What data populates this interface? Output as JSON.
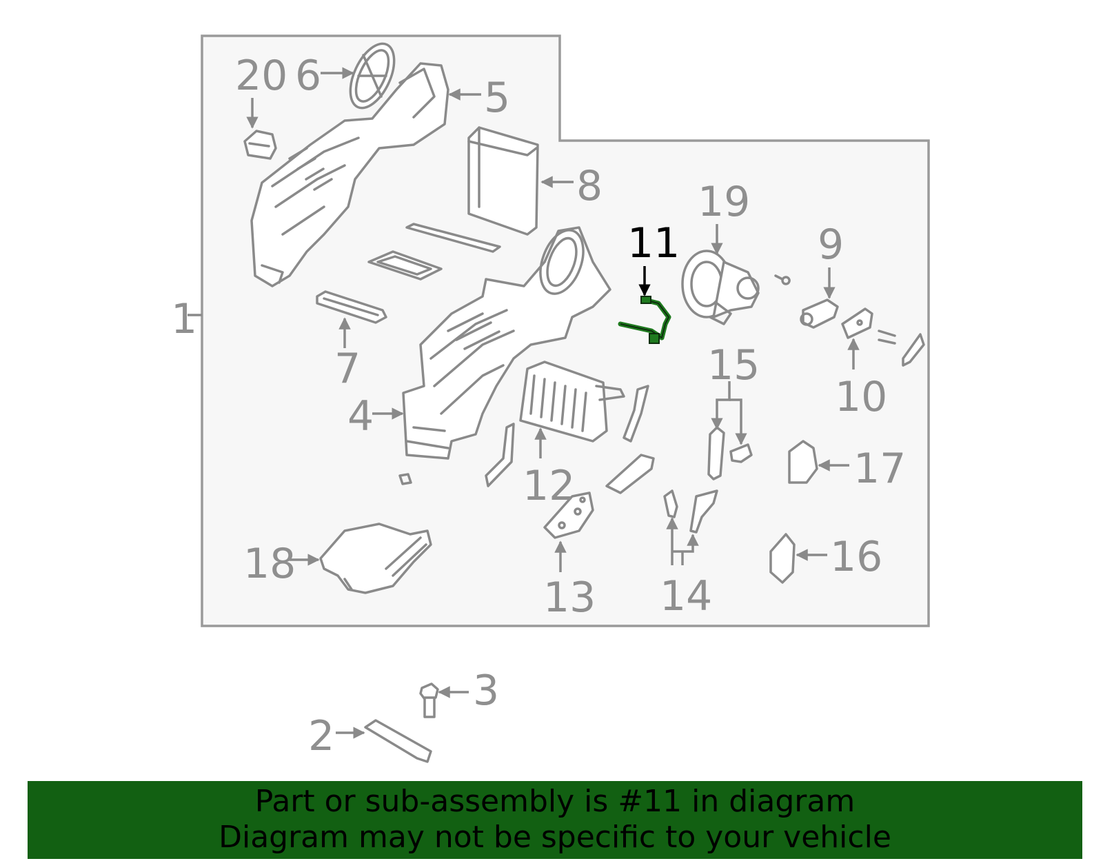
{
  "callouts": {
    "c1": "1",
    "c2": "2",
    "c3": "3",
    "c4": "4",
    "c5": "5",
    "c6": "6",
    "c7": "7",
    "c8": "8",
    "c9": "9",
    "c10": "10",
    "c11": "11",
    "c12": "12",
    "c13": "13",
    "c14": "14",
    "c15": "15",
    "c16": "16",
    "c17": "17",
    "c18": "18",
    "c19": "19",
    "c20": "20"
  },
  "highlighted_part": "11",
  "colors": {
    "banner_bg": "#126012",
    "highlight_part": "#1f7a1f",
    "outline": "#8a8a8a",
    "panel_bg": "#f7f7f7"
  },
  "banner": {
    "line1": "Part or sub-assembly is #11 in diagram",
    "line2": "Diagram may not be specific to your vehicle"
  }
}
